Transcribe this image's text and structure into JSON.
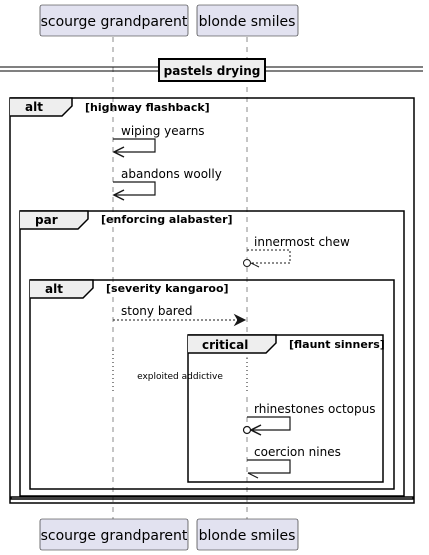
{
  "participants": [
    {
      "id": "p1",
      "label": "scourge grandparent"
    },
    {
      "id": "p2",
      "label": "blonde smiles"
    }
  ],
  "divider": {
    "label": "pastels drying"
  },
  "fragments": [
    {
      "id": "f_alt1",
      "kind": "alt",
      "condition": "[highway flashback]"
    },
    {
      "id": "f_par",
      "kind": "par",
      "condition": "[enforcing alabaster]"
    },
    {
      "id": "f_alt2",
      "kind": "alt",
      "condition": "[severity kangaroo]"
    },
    {
      "id": "f_crit",
      "kind": "critical",
      "condition": "[flaunt sinners]"
    }
  ],
  "messages": [
    {
      "id": "m1",
      "label": "wiping yearns",
      "from": "p1",
      "to": "p1",
      "style": "solid",
      "head": "arrow"
    },
    {
      "id": "m2",
      "label": "abandons woolly",
      "from": "p1",
      "to": "p1",
      "style": "solid",
      "head": "arrow"
    },
    {
      "id": "m3",
      "label": "innermost chew",
      "from": "p2",
      "to": "p2",
      "style": "dashed",
      "head": "circle-open"
    },
    {
      "id": "m4",
      "label": "stony bared",
      "from": "p1",
      "to": "p2",
      "style": "dashed",
      "head": "arrow"
    },
    {
      "id": "m5",
      "label": "rhinestones octopus",
      "from": "p2",
      "to": "p2",
      "style": "solid",
      "head": "arrow-circle"
    },
    {
      "id": "m6",
      "label": "coercion nines",
      "from": "p2",
      "to": "p2",
      "style": "solid",
      "head": "half-arrow"
    }
  ],
  "delay": {
    "label": "exploited addictive"
  },
  "colors": {
    "participant_fill": "#E2E2F0",
    "participant_border": "#181818",
    "lifeline": "#181818",
    "frame": "#000000",
    "tab_fill": "#EEEEEE"
  }
}
